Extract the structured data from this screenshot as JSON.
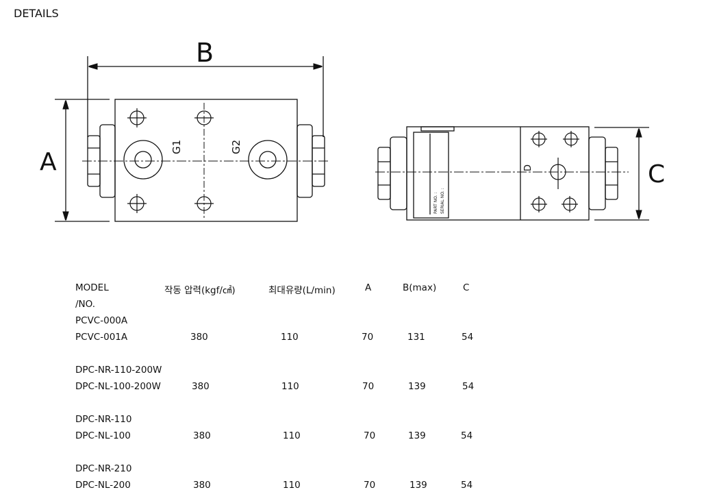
{
  "title": "DETAILS",
  "drawing": {
    "dim_b": "B",
    "dim_a": "A",
    "dim_c": "C",
    "port_g1": "G1",
    "port_g2": "G2",
    "port_d": "D",
    "part_no": "PART NO. :",
    "serial_no": "SERIAL NO. :"
  },
  "table": {
    "headers": [
      "MODEL",
      "작동 압력(kgf/㎠)",
      "최대유량(L/min)",
      "A",
      "B(max)",
      "C"
    ],
    "header_model_line2": "/NO.",
    "rows": [
      {
        "model_line1": "PCVC-000A",
        "model_line2": "PCVC-001A",
        "pressure": "380",
        "flow": "110",
        "a": "70",
        "b": "131",
        "c": "54"
      },
      {
        "model_line1": "DPC-NR-110-200W",
        "model_line2": "DPC-NL-100-200W",
        "pressure": "380",
        "flow": "110",
        "a": "70",
        "b": "139",
        "c": "54"
      },
      {
        "model_line1": "DPC-NR-110",
        "model_line2": "DPC-NL-100",
        "pressure": "380",
        "flow": "110",
        "a": "70",
        "b": "139",
        "c": "54"
      },
      {
        "model_line1": "DPC-NR-210",
        "model_line2": "DPC-NL-200",
        "pressure": "380",
        "flow": "110",
        "a": "70",
        "b": "139",
        "c": "54"
      }
    ]
  }
}
